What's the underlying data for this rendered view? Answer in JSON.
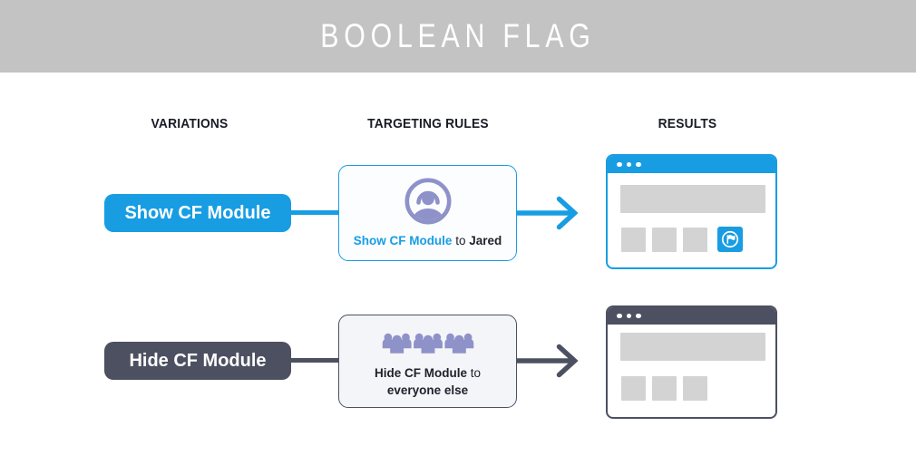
{
  "header": {
    "title": "BOOLEAN FLAG"
  },
  "columns": {
    "variations": "VARIATIONS",
    "targeting_rules": "TARGETING RULES",
    "results": "RESULTS"
  },
  "rows": [
    {
      "variation_label": "Show CF Module",
      "rule": {
        "icon": "user-avatar-icon",
        "flag": "Show CF Module",
        "joiner": "to",
        "audience": "Jared"
      },
      "result": {
        "type": "browser-window",
        "cf_module_visible": true,
        "cf_module_icon": "feature-flag-icon"
      }
    },
    {
      "variation_label": "Hide CF Module",
      "rule": {
        "icon": "crowd-icon",
        "flag": "Hide CF Module",
        "joiner": "to",
        "audience": "everyone else"
      },
      "result": {
        "type": "browser-window",
        "cf_module_visible": false
      }
    }
  ],
  "colors": {
    "blue": "#189de3",
    "slate": "#4d5060",
    "periwinkle": "#8e92c8",
    "header_gray": "#c3c3c3",
    "placeholder_gray": "#d3d3d4",
    "text_dark": "#20222c",
    "card_hide_bg": "#f4f5f8"
  }
}
